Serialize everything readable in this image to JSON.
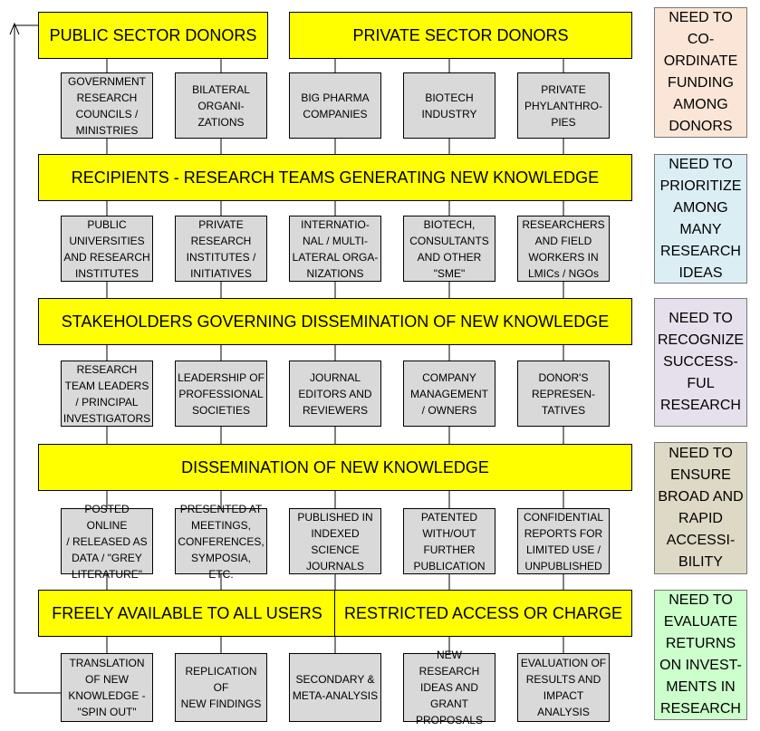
{
  "donors": {
    "public": "PUBLIC SECTOR DONORS",
    "private": "PRIVATE SECTOR DONORS",
    "items": [
      "GOVERNMENT\nRESEARCH\nCOUNCILS /\nMINISTRIES",
      "BILATERAL\nORGANI-\nZATIONS",
      "BIG PHARMA\nCOMPANIES",
      "BIOTECH\nINDUSTRY",
      "PRIVATE\nPHYLANTHRO-\nPIES"
    ]
  },
  "recipients": {
    "header": "RECIPIENTS - RESEARCH TEAMS GENERATING NEW KNOWLEDGE",
    "items": [
      "PUBLIC\nUNIVERSITIES\nAND RESEARCH\nINSTITUTES",
      "PRIVATE\nRESEARCH\nINSTITUTES /\nINITIATIVES",
      "INTERNATIO-\nNAL / MULTI-\nLATERAL ORGA-\nNIZATIONS",
      "BIOTECH,\nCONSULTANTS\nAND OTHER\n\"SME\"",
      "RESEARCHERS\nAND FIELD\nWORKERS IN\nLMICs / NGOs"
    ]
  },
  "stakeholders": {
    "header": "STAKEHOLDERS GOVERNING DISSEMINATION OF NEW KNOWLEDGE",
    "items": [
      "RESEARCH\nTEAM LEADERS\n/ PRINCIPAL\nINVESTIGATORS",
      "LEADERSHIP OF\nPROFESSIONAL\nSOCIETIES",
      "JOURNAL\nEDITORS AND\nREVIEWERS",
      "COMPANY\nMANAGEMENT\n/ OWNERS",
      "DONOR'S\nREPRESEN-\nTATIVES"
    ]
  },
  "dissemination": {
    "header": "DISSEMINATION OF NEW KNOWLEDGE",
    "items": [
      "POSTED ONLINE\n/ RELEASED AS\nDATA / \"GREY\nLITERATURE\"",
      "PRESENTED AT\nMEETINGS,\nCONFERENCES,\nSYMPOSIA, ETC.",
      "PUBLISHED IN\nINDEXED\nSCIENCE\nJOURNALS",
      "PATENTED\nWITH/OUT\nFURTHER\nPUBLICATION",
      "CONFIDENTIAL\nREPORTS FOR\nLIMITED USE /\nUNPUBLISHED"
    ]
  },
  "access": {
    "free": "FREELY AVAILABLE TO ALL USERS",
    "restricted": "RESTRICTED ACCESS OR CHARGE",
    "items": [
      "TRANSLATION\nOF NEW\nKNOWLEDGE -\n\"SPIN OUT\"",
      "REPLICATION OF\nNEW FINDINGS",
      "SECONDARY &\nMETA-ANALYSIS",
      "NEW RESEARCH\nIDEAS AND\nGRANT\nPROPOSALS",
      "EVALUATION OF\nRESULTS AND\nIMPACT\nANALYSIS"
    ]
  },
  "needs": [
    {
      "text": "NEED TO\nCO-\nORDINATE\nFUNDING\nAMONG\nDONORS",
      "color": "#fbe5d6"
    },
    {
      "text": "NEED TO\nPRIORITIZE\nAMONG\nMANY\nRESEARCH\nIDEAS",
      "color": "#dbeef4"
    },
    {
      "text": "NEED TO\nRECOGNIZE\nSUCCESS-\nFUL\nRESEARCH",
      "color": "#e6e0ec"
    },
    {
      "text": "NEED TO\nENSURE\nBROAD AND\nRAPID\nACCESSI-\nBILITY",
      "color": "#ddd9c4"
    },
    {
      "text": "NEED TO\nEVALUATE\nRETURNS\nON INVEST-\nMENTS IN\nRESEARCH",
      "color": "#ccffcc"
    }
  ]
}
